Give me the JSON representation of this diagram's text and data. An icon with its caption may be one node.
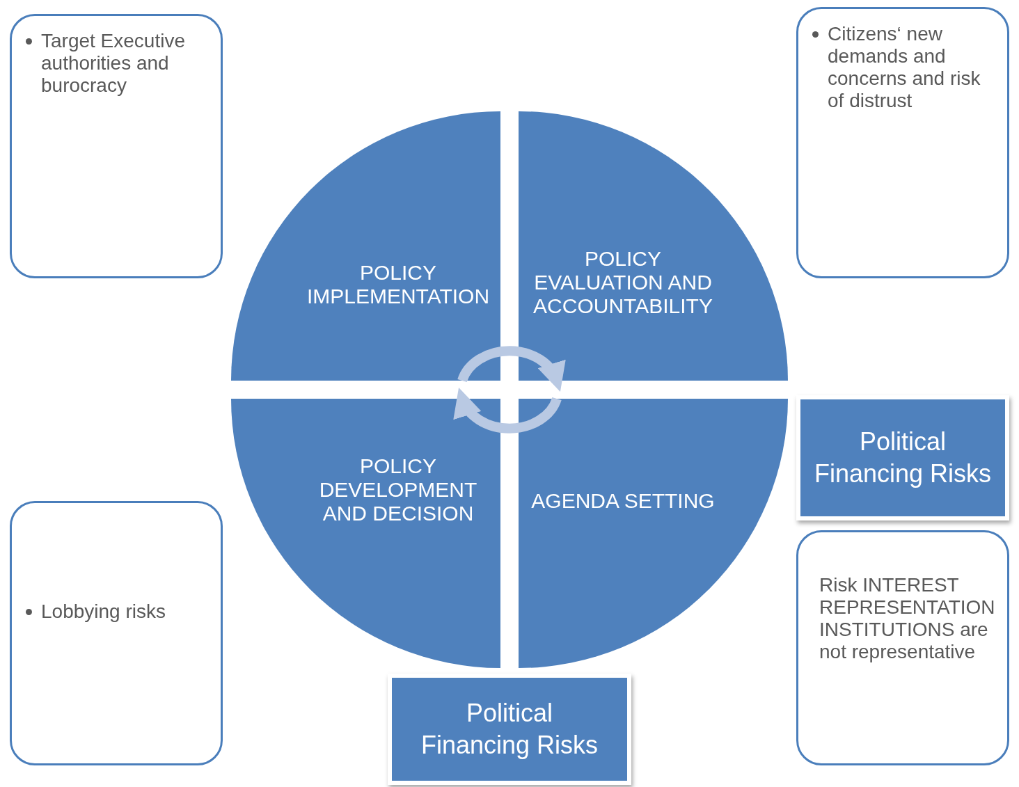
{
  "diagram": {
    "nodes": [
      {
        "text": [
          "Target Executive authorities and burocracy"
        ]
      },
      {
        "text": [
          "Citizens‘ new demands and concerns and risk of distrust"
        ]
      },
      {
        "text": [
          "POLICY IMPLEMENTATION"
        ]
      },
      {
        "text": [
          "POLICY EVALUATION AND ACCOUNTABILITY"
        ]
      },
      {
        "text": [
          "POLICY DEVELOPMENT AND DECISION"
        ]
      },
      {
        "text": [
          "AGENDA SETTING"
        ]
      },
      {
        "text": [
          "Political Financing Risks"
        ]
      },
      {
        "text": [
          "Lobbying risks"
        ]
      },
      {
        "text": [
          "Risk INTEREST REPRESENTATION INSTITUTIONS are not representative"
        ]
      },
      {
        "text": [
          "Political Financing Risks"
        ]
      }
    ],
    "edges": [
      {
        "from": 2,
        "to": 3,
        "arrow": "to"
      },
      {
        "from": 5,
        "to": 4,
        "arrow": "to"
      }
    ]
  }
}
